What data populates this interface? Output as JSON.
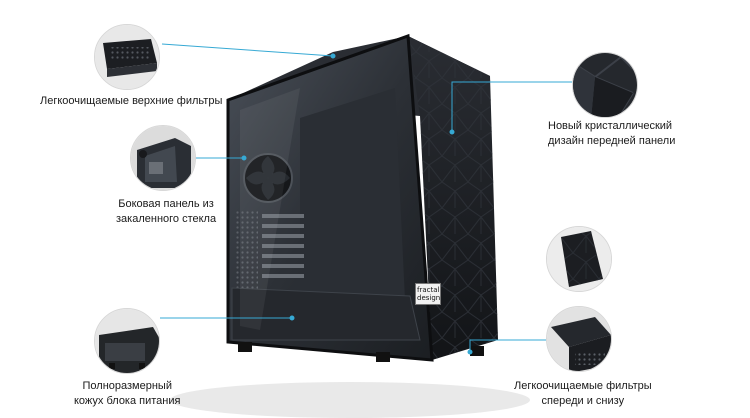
{
  "callouts": {
    "top_filters": {
      "lines": [
        "Легкоочищаемые верхние фильтры"
      ],
      "icon": "top-filter-thumbnail-icon"
    },
    "front_panel": {
      "lines": [
        "Новый кристаллический",
        "дизайн передней панели"
      ],
      "icon": "front-panel-thumbnail-icon"
    },
    "side_panel": {
      "lines": [
        "Боковая панель из",
        "закаленного стекла"
      ],
      "icon": "glass-side-panel-thumbnail-icon"
    },
    "psu_shroud": {
      "lines": [
        "Полноразмерный",
        "кожух блока питания"
      ],
      "icon": "psu-shroud-thumbnail-icon"
    },
    "dust_filters": {
      "lines": [
        "Легкоочищаемые фильтры",
        "спереди и снизу"
      ],
      "icon": "dust-filter-thumbnail-icon"
    }
  },
  "product": {
    "badge_lines": [
      "fractal",
      "design"
    ]
  },
  "colors": {
    "leader_line": "#36a9d4",
    "case_dark": "#1b1d21",
    "glass": "#3a3f47",
    "text": "#1a1a1a"
  }
}
